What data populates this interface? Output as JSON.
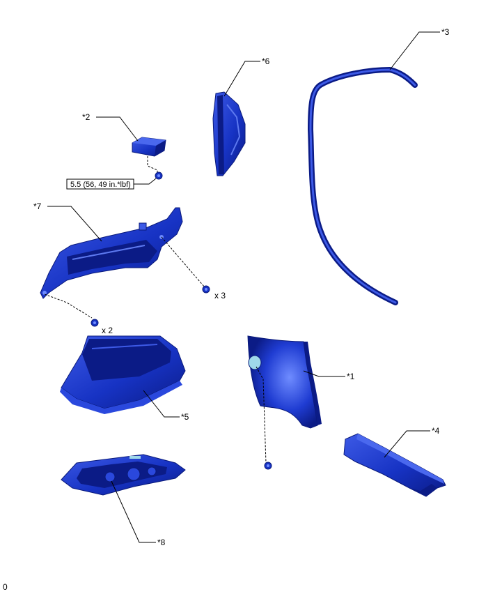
{
  "callouts": {
    "c1": "*1",
    "c2": "*2",
    "c3": "*3",
    "c4": "*4",
    "c5": "*5",
    "c6": "*6",
    "c7": "*7",
    "c8": "*8"
  },
  "torque": "5.5 (56, 49 in.*lbf)",
  "quantities": {
    "bolts_upper": "x 3",
    "bolts_lower": "x 2"
  },
  "footer_code": "0",
  "colors": {
    "part_fill": "#1733c4",
    "part_dark": "#0a1a7a",
    "part_light": "#4a68ee",
    "clip_fill": "#9fd8ea"
  }
}
